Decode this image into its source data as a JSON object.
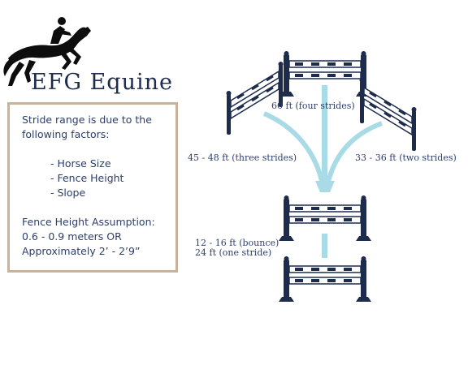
{
  "brand": {
    "name": "EFG Equine"
  },
  "info": {
    "intro": "Stride range is due to the following factors:",
    "factors": [
      "- Horse Size",
      "- Fence Height",
      "- Slope"
    ],
    "assumption_title": "Fence Height Assumption:",
    "assumption_line1": "0.6 - 0.9 meters OR",
    "assumption_line2": "Approximately 2’ - 2’9”"
  },
  "diagram": {
    "label_four": "60 ft (four strides)",
    "label_three": "45 - 48 ft (three strides)",
    "label_two": "33 - 36 ft (two strides)",
    "label_bounce": "12 - 16 ft (bounce)",
    "label_one": "24 ft (one stride)"
  },
  "colors": {
    "navy": "#1d2b4d",
    "text": "#2c3e6b",
    "accent": "#a9dbe6",
    "border": "#c8b29a"
  }
}
